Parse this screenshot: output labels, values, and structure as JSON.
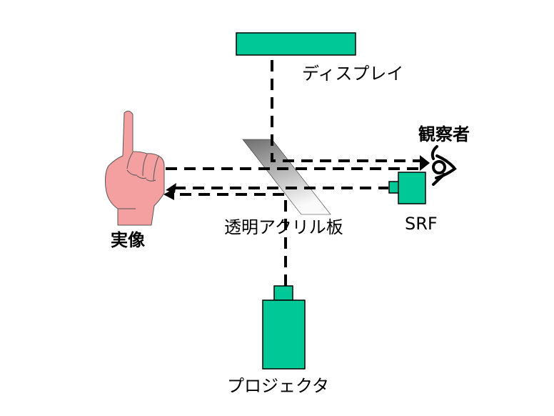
{
  "colors": {
    "device": "#00c896",
    "hand": "#f4a0a0",
    "hand_outline": "#555555",
    "line": "#000000"
  },
  "labels": {
    "display": "ディスプレイ",
    "observer": "観察者",
    "real_image": "実像",
    "acrylic_plate": "透明アクリル板",
    "srf": "SRF",
    "projector": "プロジェクタ"
  },
  "icons": {
    "hand": "pointing-hand-icon",
    "eye": "eye-icon"
  }
}
